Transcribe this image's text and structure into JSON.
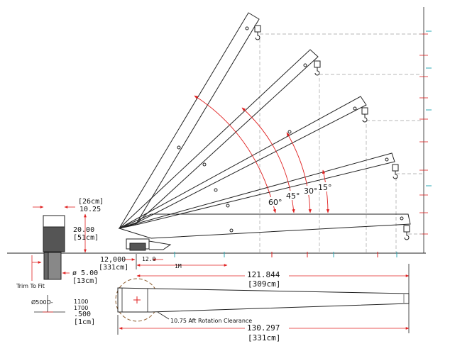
{
  "colors": {
    "outline": "#222222",
    "dimension": "#e02020",
    "grid": "#a0a0a0",
    "tick_teal": "#2aa9b5",
    "tick_magenta": "#cc22aa",
    "clearance": "#8b5a2b"
  },
  "mast": {
    "width_cm": "[26cm]",
    "width_in": "10.25",
    "height_in": "20.00",
    "height_cm": "[51cm]",
    "post_dia_in": "ø 5.00",
    "post_dia_cm": "[13cm]",
    "trim_label": "Trim To Fit"
  },
  "base_plate": {
    "bolt_label": "Ø500D-",
    "spec_top": "1100",
    "spec_bottom": "1700",
    "thickness_in": ".500",
    "thickness_cm": "[1cm]"
  },
  "pivot": {
    "offset_in": "12,000",
    "offset_cm": "[331cm]",
    "offset_small": "12.0",
    "scale_label": "1M"
  },
  "boom": {
    "reach_in": "121.844",
    "reach_cm": "[309cm]",
    "overall_in": "130.297",
    "overall_cm": "[331cm]",
    "clearance_note": "10.75 Aft Rotation Clearance"
  },
  "angles": [
    "60°",
    "45°",
    "30°",
    "15°"
  ]
}
